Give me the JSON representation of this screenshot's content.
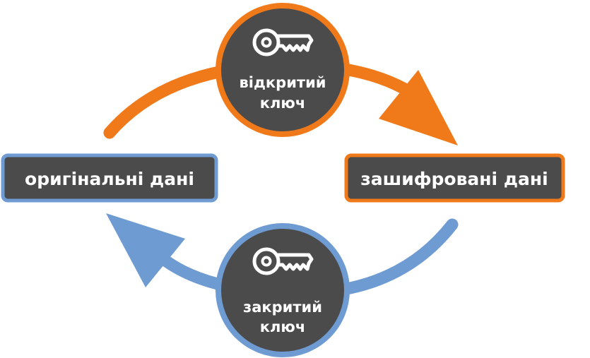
{
  "colors": {
    "public": "#F07A1A",
    "private": "#6E9BD1",
    "box_fill": "#4B4B4B",
    "text": "#FFFFFF"
  },
  "original_data": {
    "label": "оригінальні дані"
  },
  "encrypted_data": {
    "label": "зашифровані  дані"
  },
  "public_key": {
    "icon": "key-icon",
    "label_line1": "відкритий",
    "label_line2": "ключ"
  },
  "private_key": {
    "icon": "key-icon",
    "label_line1": "закритий",
    "label_line2": "ключ"
  }
}
